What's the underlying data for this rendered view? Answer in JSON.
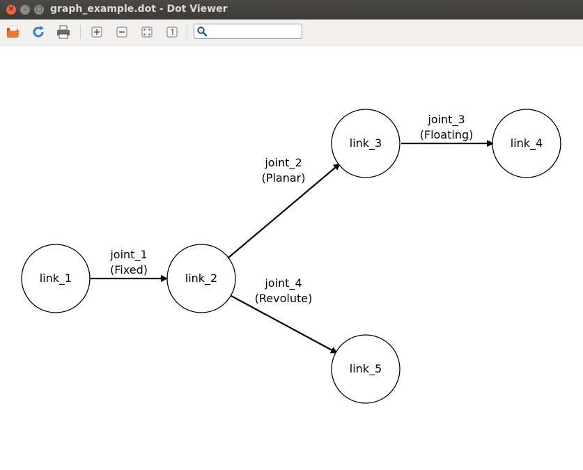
{
  "window": {
    "title": "graph_example.dot - Dot Viewer"
  },
  "toolbar": {
    "buttons": [
      "open-icon",
      "reload-icon",
      "print-icon",
      "zoom-in-icon",
      "zoom-out-icon",
      "zoom-fit-icon",
      "zoom-100-icon"
    ],
    "search_value": ""
  },
  "graph": {
    "nodes": {
      "link_1": "link_1",
      "link_2": "link_2",
      "link_3": "link_3",
      "link_4": "link_4",
      "link_5": "link_5"
    },
    "edges": {
      "joint_1": {
        "name": "joint_1",
        "type": "(Fixed)"
      },
      "joint_2": {
        "name": "joint_2",
        "type": "(Planar)"
      },
      "joint_3": {
        "name": "joint_3",
        "type": "(Floating)"
      },
      "joint_4": {
        "name": "joint_4",
        "type": "(Revolute)"
      }
    }
  },
  "colors": {
    "titlebar": "#3c3b37",
    "close_button": "#e5683e",
    "toolbar": "#f2f1f0"
  }
}
